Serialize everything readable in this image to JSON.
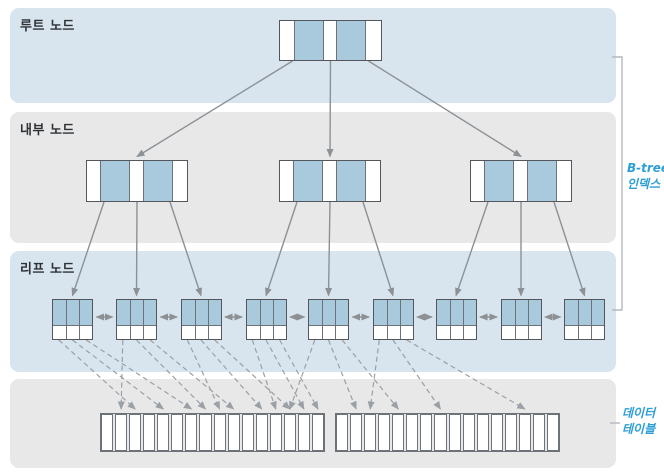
{
  "labels": {
    "root_band": "루트 노드",
    "internal_band": "내부 노드",
    "leaf_band": "리프 노드",
    "btree_index_line1": "B-tree",
    "btree_index_line2": "인덱스",
    "data_table_line1": "데이터",
    "data_table_line2": "테이블"
  },
  "colors": {
    "band_blue": "#d8e5ee",
    "band_gray": "#e8e8e9",
    "cell_blue": "#a9cadd",
    "node_border": "#53575c",
    "node_inner": "#6d7278",
    "table_border": "#6d7278",
    "arrow_gray": "#8c9196",
    "dashed_gray": "#9aa0a5",
    "bracket_gray": "#b4b9be",
    "accent_blue_text": "#2d9fd6",
    "band_label_text": "#2e3236"
  },
  "structure": {
    "root_node": {
      "cells": 5,
      "pattern": [
        "white",
        "blue",
        "white",
        "blue",
        "white"
      ]
    },
    "internal_nodes": {
      "count": 3,
      "cells": 5,
      "pattern": [
        "white",
        "blue",
        "white",
        "blue",
        "white"
      ]
    },
    "leaf_nodes": {
      "count": 9,
      "columns": 3,
      "rows": [
        "blue",
        "white"
      ]
    },
    "data_tables": {
      "count": 2,
      "cells_each": 16
    },
    "internal_to_leaves": [
      [
        1,
        [
          1,
          2,
          3
        ]
      ],
      [
        2,
        [
          4,
          5,
          6
        ]
      ],
      [
        3,
        [
          7,
          8,
          9
        ]
      ]
    ],
    "leaf_sibling_links": 8,
    "leaf_pointers": [
      {
        "leaf": 1,
        "cell": 1,
        "table": 1,
        "target_cell": 3
      },
      {
        "leaf": 1,
        "cell": 2,
        "table": 1,
        "target_cell": 5
      },
      {
        "leaf": 1,
        "cell": 3,
        "table": 1,
        "target_cell": 7
      },
      {
        "leaf": 2,
        "cell": 1,
        "table": 1,
        "target_cell": 2
      },
      {
        "leaf": 2,
        "cell": 2,
        "table": 1,
        "target_cell": 8
      },
      {
        "leaf": 2,
        "cell": 3,
        "table": 1,
        "target_cell": 10
      },
      {
        "leaf": 3,
        "cell": 1,
        "table": 1,
        "target_cell": 9
      },
      {
        "leaf": 3,
        "cell": 2,
        "table": 1,
        "target_cell": 12
      },
      {
        "leaf": 3,
        "cell": 3,
        "table": 1,
        "target_cell": 14
      },
      {
        "leaf": 4,
        "cell": 1,
        "table": 1,
        "target_cell": 13
      },
      {
        "leaf": 4,
        "cell": 2,
        "table": 1,
        "target_cell": 15
      },
      {
        "leaf": 4,
        "cell": 3,
        "table": 1,
        "target_cell": 16
      },
      {
        "leaf": 5,
        "cell": 1,
        "table": 1,
        "target_cell": 14
      },
      {
        "leaf": 5,
        "cell": 2,
        "table": 2,
        "target_cell": 2
      },
      {
        "leaf": 5,
        "cell": 3,
        "table": 2,
        "target_cell": 5
      },
      {
        "leaf": 6,
        "cell": 1,
        "table": 2,
        "target_cell": 3
      },
      {
        "leaf": 6,
        "cell": 2,
        "table": 2,
        "target_cell": 8
      },
      {
        "leaf": 6,
        "cell": 3,
        "table": 2,
        "target_cell": 14
      }
    ]
  }
}
